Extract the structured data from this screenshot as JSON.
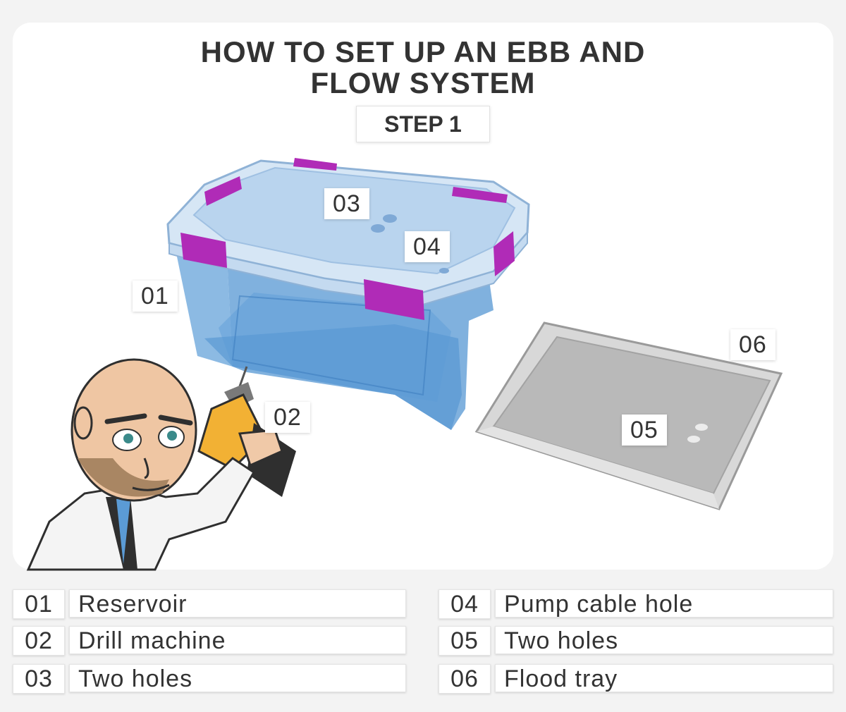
{
  "title": {
    "line1": "HOW TO SET UP AN EBB AND",
    "line2": "FLOW SYSTEM"
  },
  "step_label": "STEP 1",
  "callouts": {
    "c01": "01",
    "c02": "02",
    "c03": "03",
    "c04": "04",
    "c05": "05",
    "c06": "06"
  },
  "legend": [
    {
      "num": "01",
      "text": "Reservoir"
    },
    {
      "num": "02",
      "text": "Drill machine"
    },
    {
      "num": "03",
      "text": "Two holes"
    },
    {
      "num": "04",
      "text": "Pump cable hole"
    },
    {
      "num": "05",
      "text": "Two holes"
    },
    {
      "num": "06",
      "text": "Flood tray"
    }
  ],
  "colors": {
    "reservoir_blue": "#5b9bd5",
    "lid": "#cfe2f3",
    "clip_magenta": "#b02bb7",
    "tray_gray": "#c9c9c9",
    "drill_yellow": "#f2b134"
  }
}
